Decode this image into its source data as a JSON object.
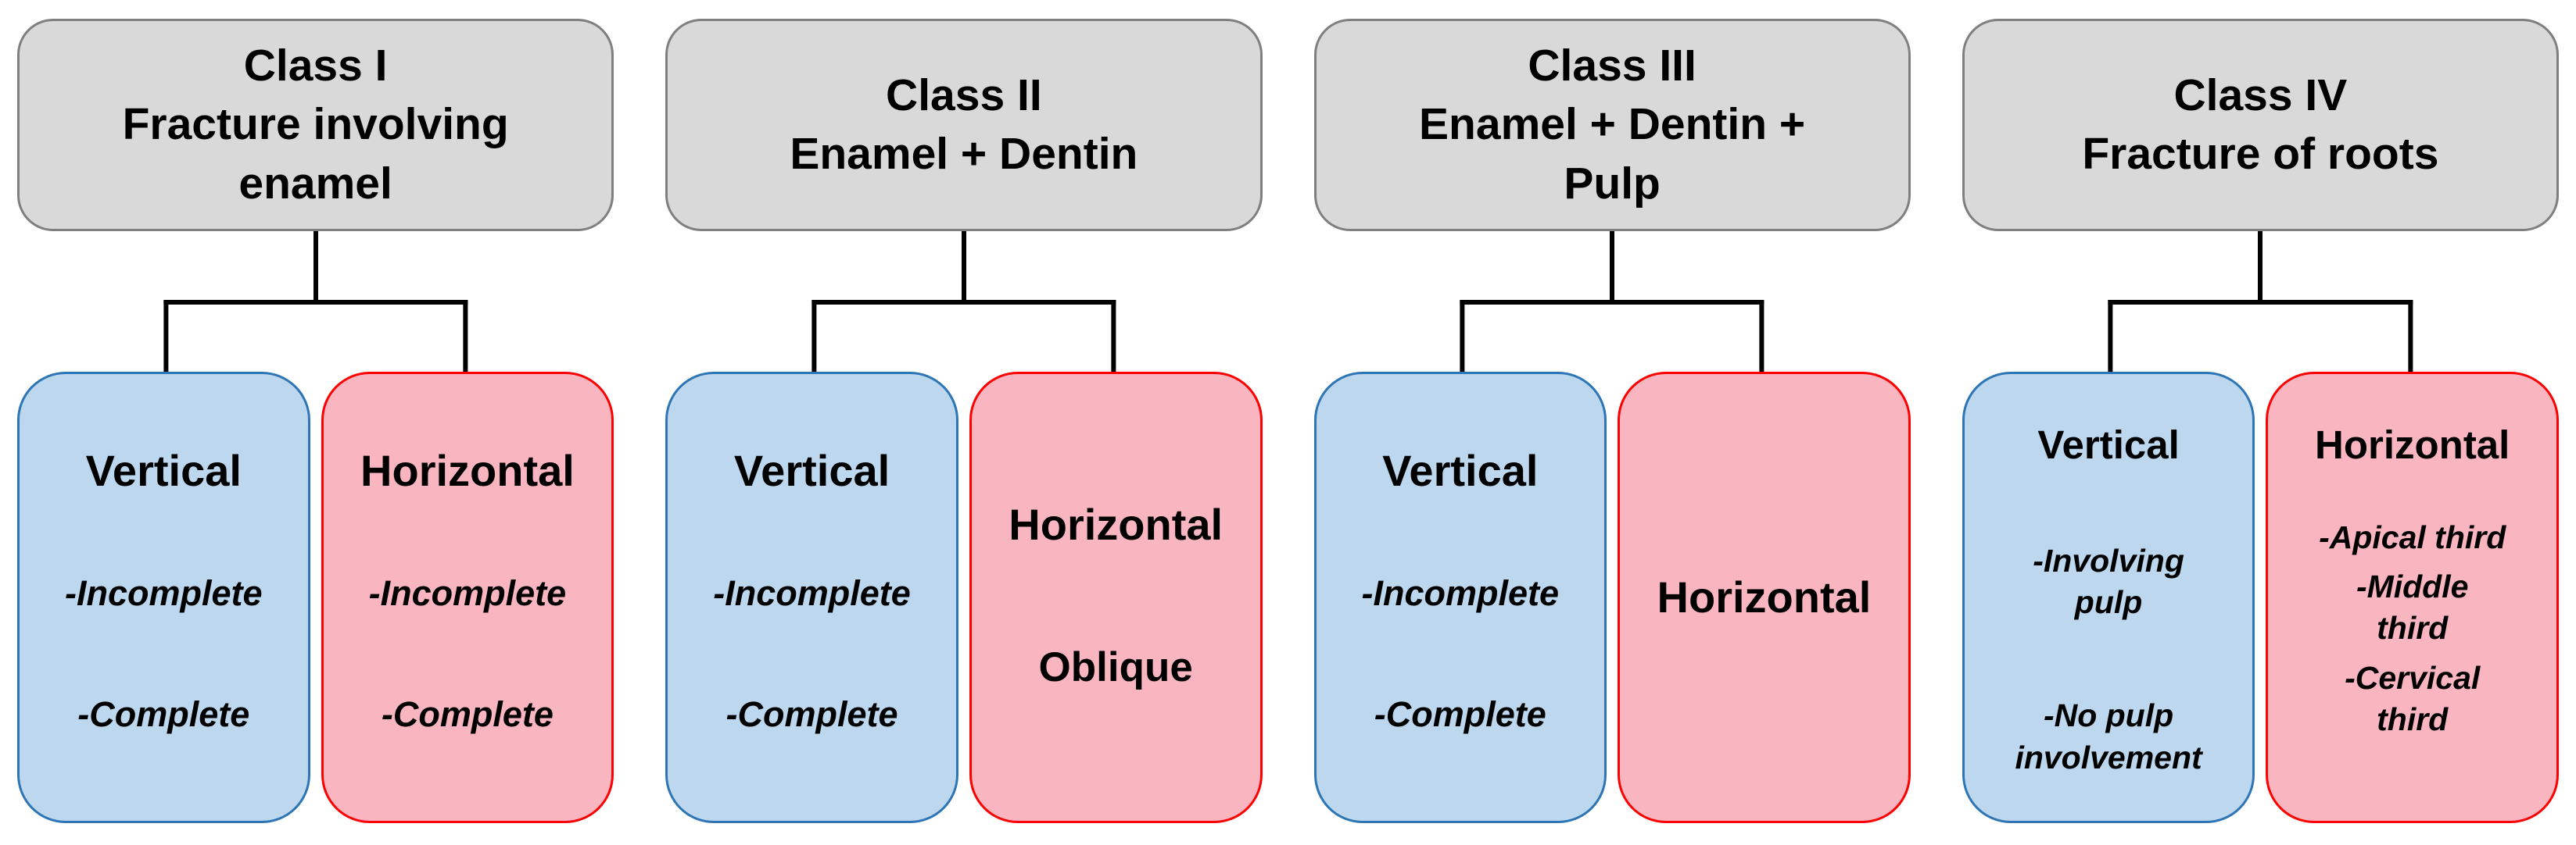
{
  "colors": {
    "header_fill": "#d9d9d9",
    "header_border": "#7f7f7f",
    "vertical_fill": "#bdd7ee",
    "vertical_border": "#2e75b6",
    "horizontal_fill": "#f9b5c0",
    "horizontal_border": "#ff0000",
    "connector": "#000000",
    "text": "#000000"
  },
  "columns": [
    {
      "header": "Class I\nFracture involving\nenamel",
      "children": [
        {
          "type": "vertical",
          "title": "Vertical",
          "items": [
            "-Incomplete",
            "-Complete"
          ]
        },
        {
          "type": "horizontal",
          "title": "Horizontal",
          "items": [
            "-Incomplete",
            "-Complete"
          ]
        }
      ]
    },
    {
      "header": "Class II\nEnamel + Dentin",
      "children": [
        {
          "type": "vertical",
          "title": "Vertical",
          "items": [
            "-Incomplete",
            "-Complete"
          ]
        },
        {
          "type": "horizontal",
          "title": "Horizontal",
          "items": [
            "Oblique"
          ]
        }
      ]
    },
    {
      "header": "Class III\nEnamel + Dentin +\nPulp",
      "children": [
        {
          "type": "vertical",
          "title": "Vertical",
          "items": [
            "-Incomplete",
            "-Complete"
          ]
        },
        {
          "type": "horizontal",
          "title": "Horizontal",
          "items": []
        }
      ]
    },
    {
      "header": "Class IV\nFracture of roots",
      "children": [
        {
          "type": "vertical",
          "title": "Vertical",
          "items": [
            "-Involving\npulp",
            "-No pulp\ninvolvement"
          ]
        },
        {
          "type": "horizontal",
          "title": "Horizontal",
          "items": [
            "-Apical third",
            "-Middle\nthird",
            "-Cervical\nthird"
          ]
        }
      ]
    }
  ]
}
